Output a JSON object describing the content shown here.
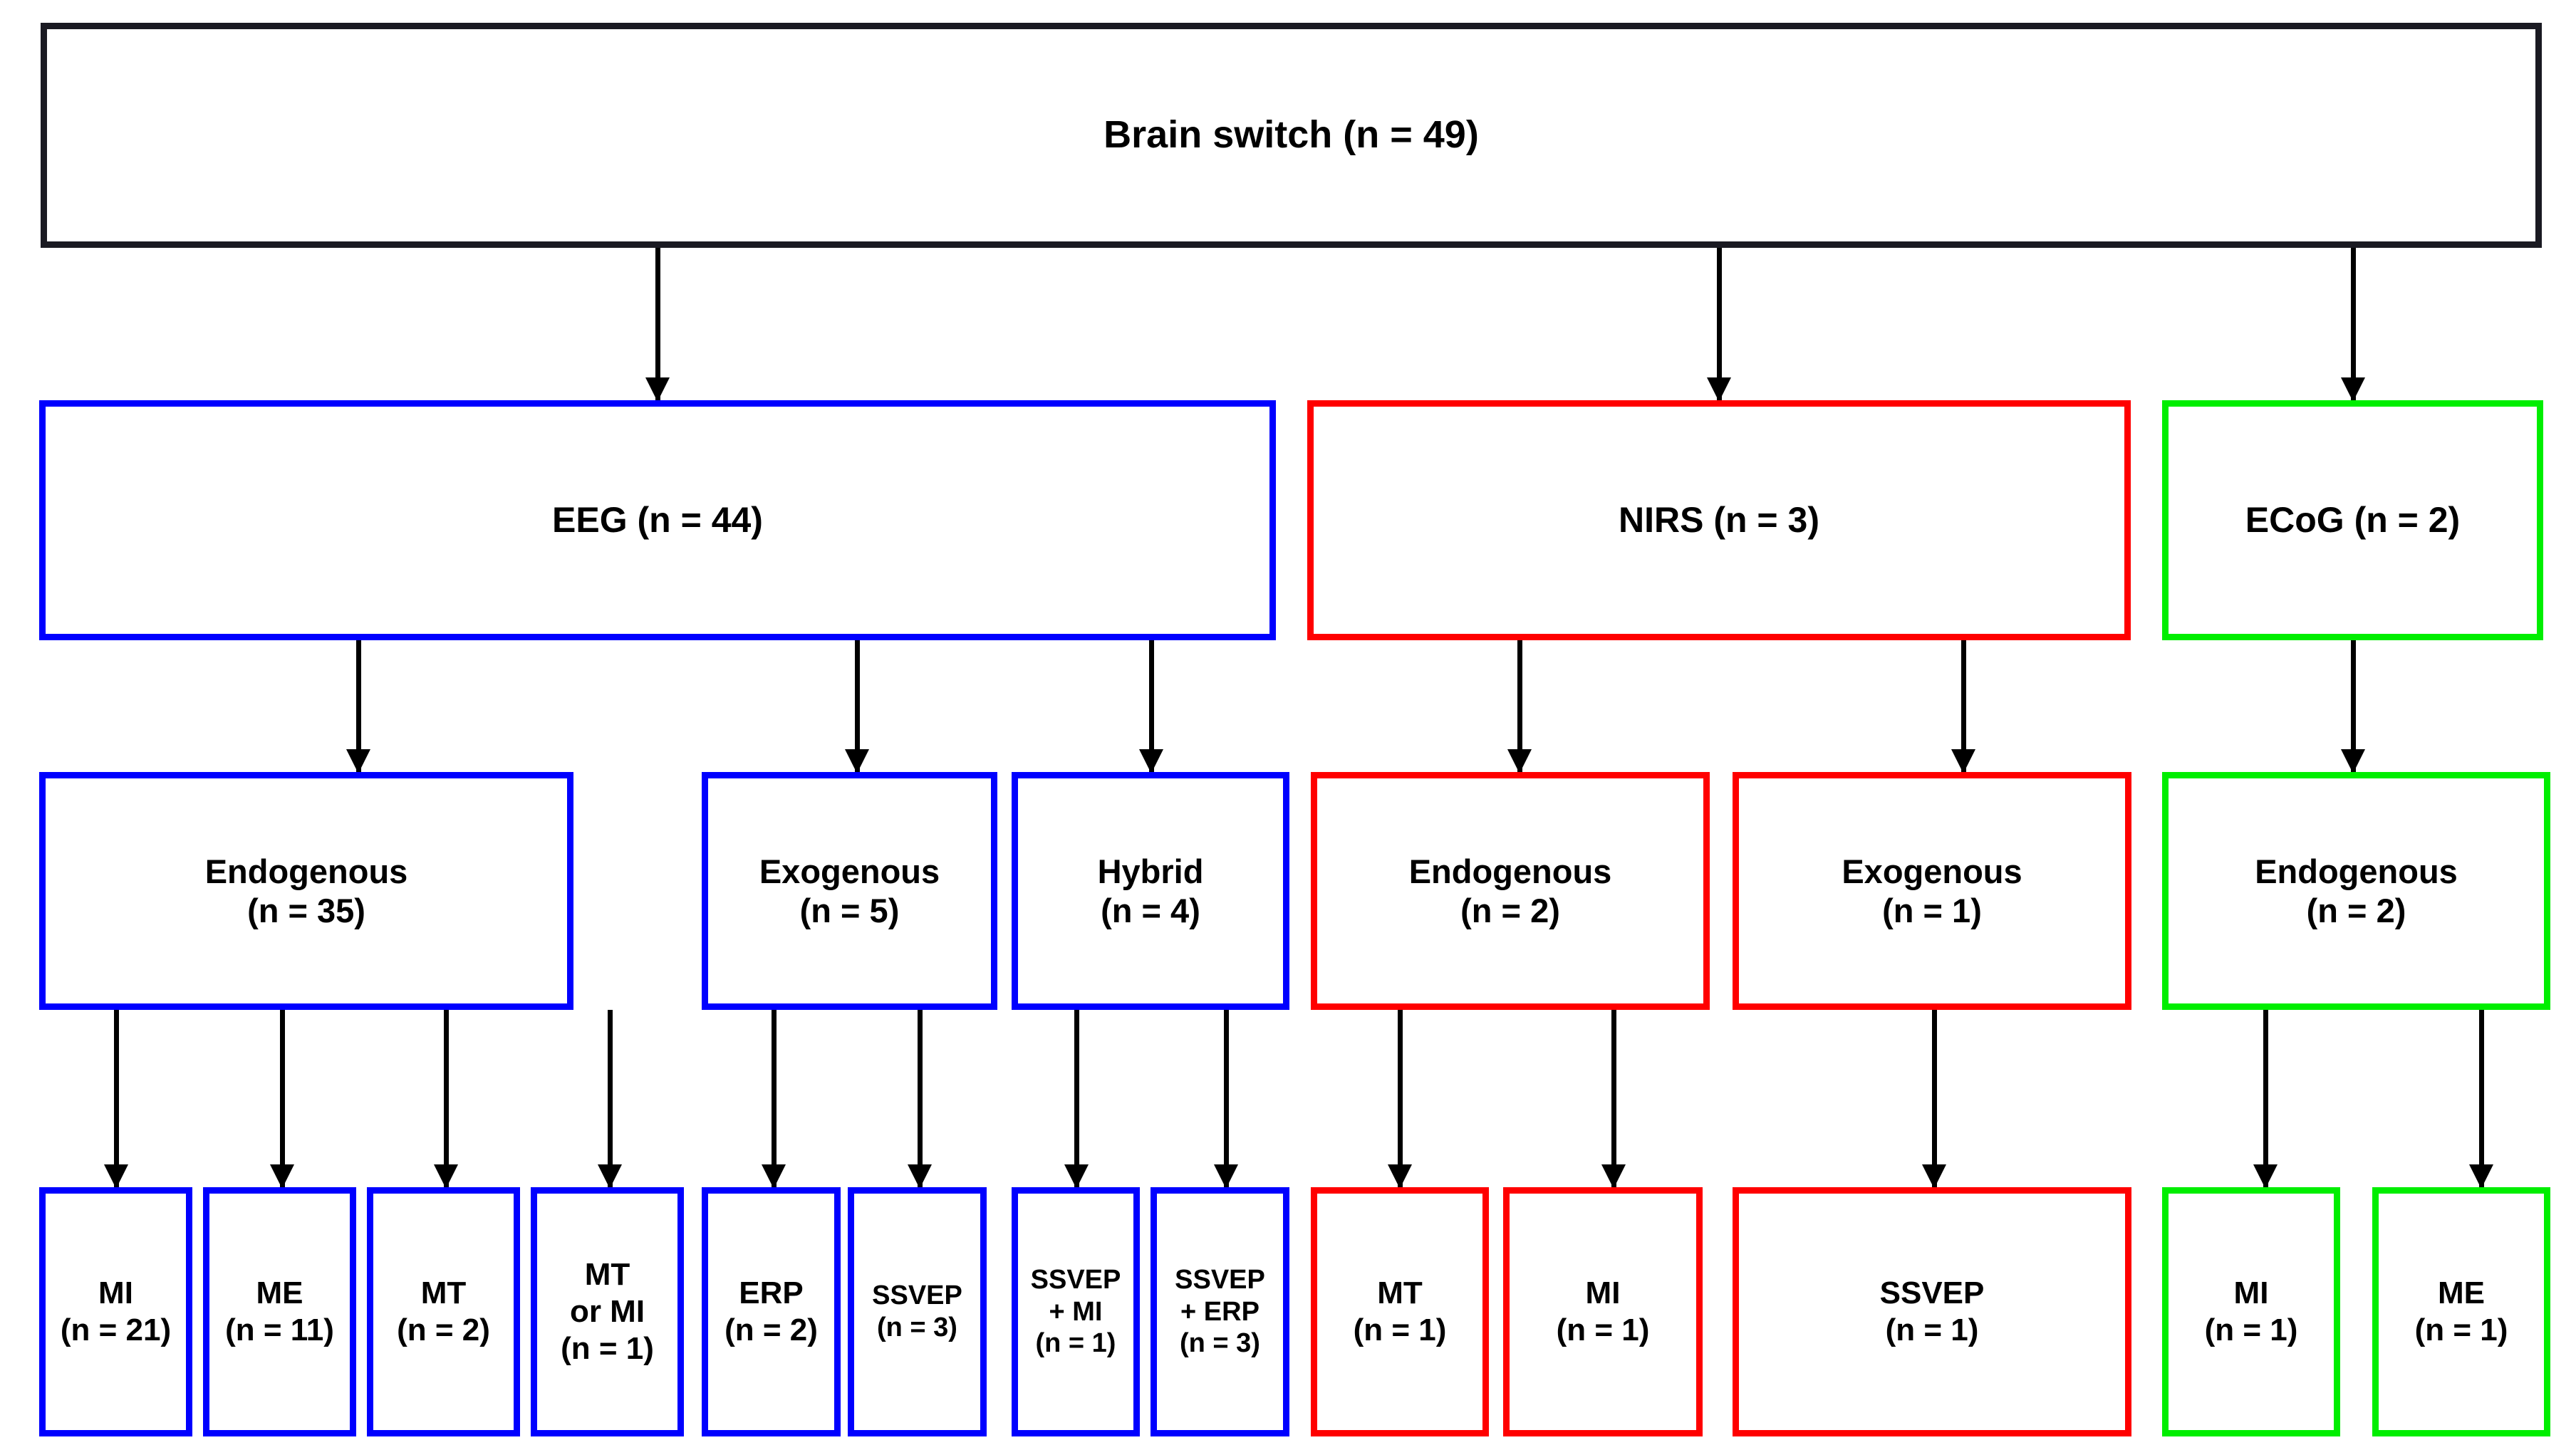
{
  "diagram": {
    "title": "Brain switch  (n = 49)",
    "colors": {
      "root_border": "#1a1a22",
      "eeg_branch": "#0000ff",
      "nirs_branch": "#ff0000",
      "ecog_branch": "#00ee00",
      "arrow": "#000000",
      "background": "#ffffff"
    },
    "root": {
      "label": "Brain switch  (n = 49)",
      "n": 49
    },
    "tier2": [
      {
        "label": "EEG (n = 44)",
        "modality": "EEG",
        "n": 44,
        "color": "#0000ff"
      },
      {
        "label": "NIRS (n = 3)",
        "modality": "NIRS",
        "n": 3,
        "color": "#ff0000"
      },
      {
        "label": "ECoG (n = 2)",
        "modality": "ECoG",
        "n": 2,
        "color": "#00ee00"
      }
    ],
    "tier3": [
      {
        "label": "Endogenous\n(n = 35)",
        "parent": "EEG",
        "n": 35,
        "color": "#0000ff"
      },
      {
        "label": "Exogenous\n(n = 5)",
        "parent": "EEG",
        "n": 5,
        "color": "#0000ff"
      },
      {
        "label": "Hybrid\n(n = 4)",
        "parent": "EEG",
        "n": 4,
        "color": "#0000ff"
      },
      {
        "label": "Endogenous\n(n = 2)",
        "parent": "NIRS",
        "n": 2,
        "color": "#ff0000"
      },
      {
        "label": "Exogenous\n(n = 1)",
        "parent": "NIRS",
        "n": 1,
        "color": "#ff0000"
      },
      {
        "label": "Endogenous\n(n = 2)",
        "parent": "ECoG",
        "n": 2,
        "color": "#00ee00"
      }
    ],
    "tier4": [
      {
        "label": "MI\n(n = 21)",
        "parent": "EEG Endogenous",
        "n": 21,
        "color": "#0000ff"
      },
      {
        "label": "ME\n(n = 11)",
        "parent": "EEG Endogenous",
        "n": 11,
        "color": "#0000ff"
      },
      {
        "label": "MT\n(n = 2)",
        "parent": "EEG Endogenous",
        "n": 2,
        "color": "#0000ff"
      },
      {
        "label": "MT\nor MI\n(n = 1)",
        "parent": "EEG Endogenous",
        "n": 1,
        "color": "#0000ff"
      },
      {
        "label": "ERP\n(n = 2)",
        "parent": "EEG Exogenous",
        "n": 2,
        "color": "#0000ff"
      },
      {
        "label": "SSVEP\n(n = 3)",
        "parent": "EEG Exogenous",
        "n": 3,
        "color": "#0000ff"
      },
      {
        "label": "SSVEP\n+ MI\n(n = 1)",
        "parent": "EEG Hybrid",
        "n": 1,
        "color": "#0000ff"
      },
      {
        "label": "SSVEP\n+ ERP\n(n = 3)",
        "parent": "EEG Hybrid",
        "n": 3,
        "color": "#0000ff"
      },
      {
        "label": "MT\n(n = 1)",
        "parent": "NIRS Endogenous",
        "n": 1,
        "color": "#ff0000"
      },
      {
        "label": "MI\n(n = 1)",
        "parent": "NIRS Endogenous",
        "n": 1,
        "color": "#ff0000"
      },
      {
        "label": "SSVEP\n(n = 1)",
        "parent": "NIRS Exogenous",
        "n": 1,
        "color": "#ff0000"
      },
      {
        "label": "MI\n(n = 1)",
        "parent": "ECoG Endogenous",
        "n": 1,
        "color": "#00ee00"
      },
      {
        "label": "ME\n(n = 1)",
        "parent": "ECoG Endogenous",
        "n": 1,
        "color": "#00ee00"
      }
    ]
  }
}
